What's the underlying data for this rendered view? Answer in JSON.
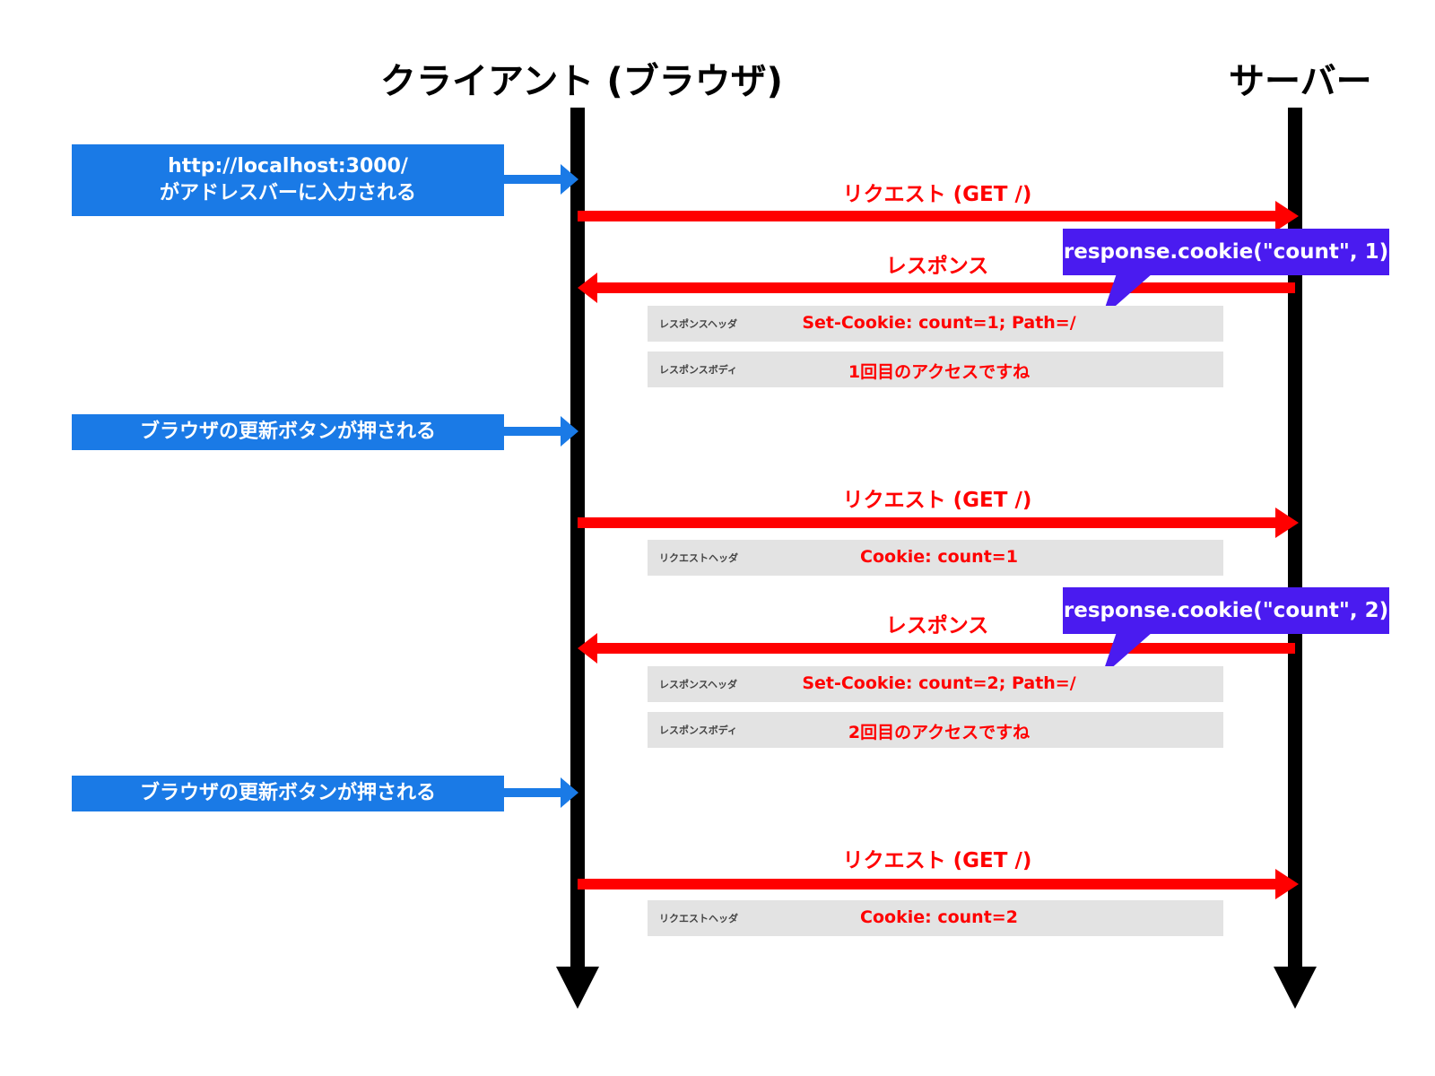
{
  "actors": {
    "client": "クライアント (ブラウザ)",
    "server": "サーバー"
  },
  "events": [
    {
      "line1": "http://localhost:3000/",
      "line2": "がアドレスバーに入力される"
    },
    {
      "line1": "ブラウザの更新ボタンが押される",
      "line2": ""
    },
    {
      "line1": "ブラウザの更新ボタンが押される",
      "line2": ""
    }
  ],
  "messages": [
    {
      "label": "リクエスト (GET /)",
      "direction": "client-to-server"
    },
    {
      "label": "レスポンス",
      "direction": "server-to-client"
    },
    {
      "label": "リクエスト (GET /)",
      "direction": "client-to-server"
    },
    {
      "label": "レスポンス",
      "direction": "server-to-client"
    },
    {
      "label": "リクエスト (GET /)",
      "direction": "client-to-server"
    }
  ],
  "details": [
    {
      "label": "レスポンスヘッダ",
      "value": "Set-Cookie: count=1; Path=/"
    },
    {
      "label": "レスポンスボディ",
      "value": "1回目のアクセスですね"
    },
    {
      "label": "リクエストヘッダ",
      "value": "Cookie: count=1"
    },
    {
      "label": "レスポンスヘッダ",
      "value": "Set-Cookie: count=2; Path=/"
    },
    {
      "label": "レスポンスボディ",
      "value": "2回目のアクセスですね"
    },
    {
      "label": "リクエストヘッダ",
      "value": "Cookie: count=2"
    }
  ],
  "callouts": [
    {
      "text": "response.cookie(\"count\", 1)"
    },
    {
      "text": "response.cookie(\"count\", 2)"
    }
  ],
  "colors": {
    "event_box": "#1a7ae6",
    "message_arrow": "#ff0000",
    "callout": "#4a1bf0",
    "detail_bg": "#e3e3e3",
    "lifeline": "#000000"
  }
}
